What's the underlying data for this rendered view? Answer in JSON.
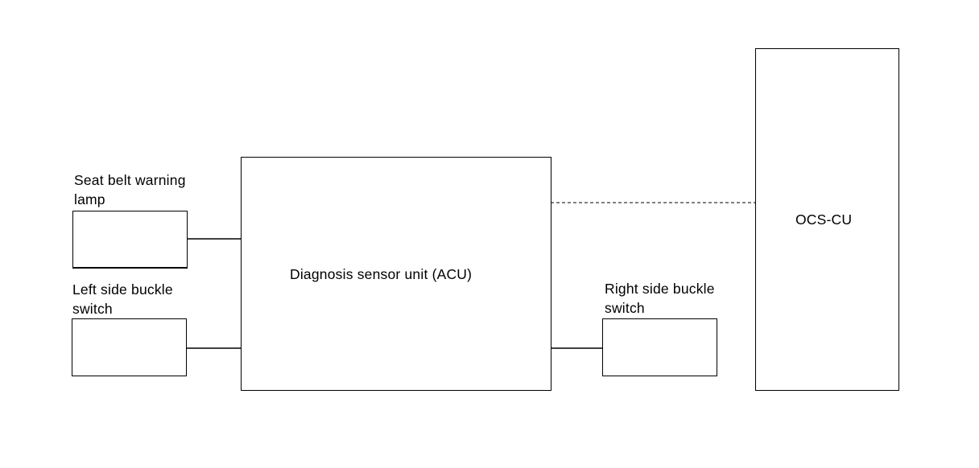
{
  "diagram": {
    "acu": {
      "label": "Diagnosis sensor unit (ACU)"
    },
    "ocs": {
      "label": "OCS-CU"
    },
    "warning_lamp": {
      "label_line1": "Seat belt warning",
      "label_line2": "lamp"
    },
    "left_buckle": {
      "label_line1": "Left side buckle",
      "label_line2": "switch"
    },
    "right_buckle": {
      "label_line1": "Right side buckle",
      "label_line2": "switch"
    }
  }
}
